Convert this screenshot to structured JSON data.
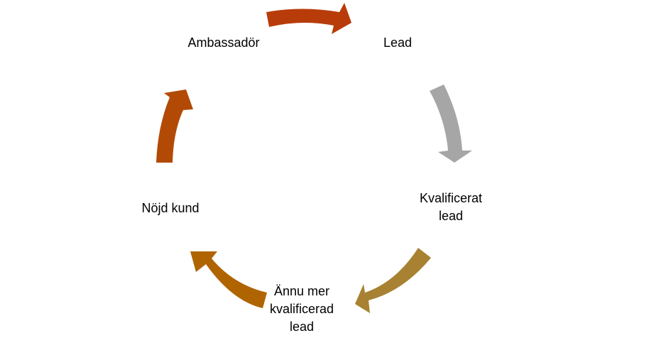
{
  "diagram": {
    "type": "cycle",
    "stages": [
      {
        "lines": [
          "Ambassadör"
        ]
      },
      {
        "lines": [
          "Lead"
        ]
      },
      {
        "lines": [
          "Kvalificerat",
          "lead"
        ]
      },
      {
        "lines": [
          "Ännu mer",
          "kvalificerad",
          "lead"
        ]
      },
      {
        "lines": [
          "Nöjd kund"
        ]
      }
    ],
    "colors": {
      "ambassador_to_lead": "#B83C0A",
      "lead_to_qualified": "#A6A6A6",
      "qualified_to_more_qualified": "#A88232",
      "more_qualified_to_satisfied": "#B06400",
      "satisfied_to_ambassador": "#B24A06"
    }
  }
}
